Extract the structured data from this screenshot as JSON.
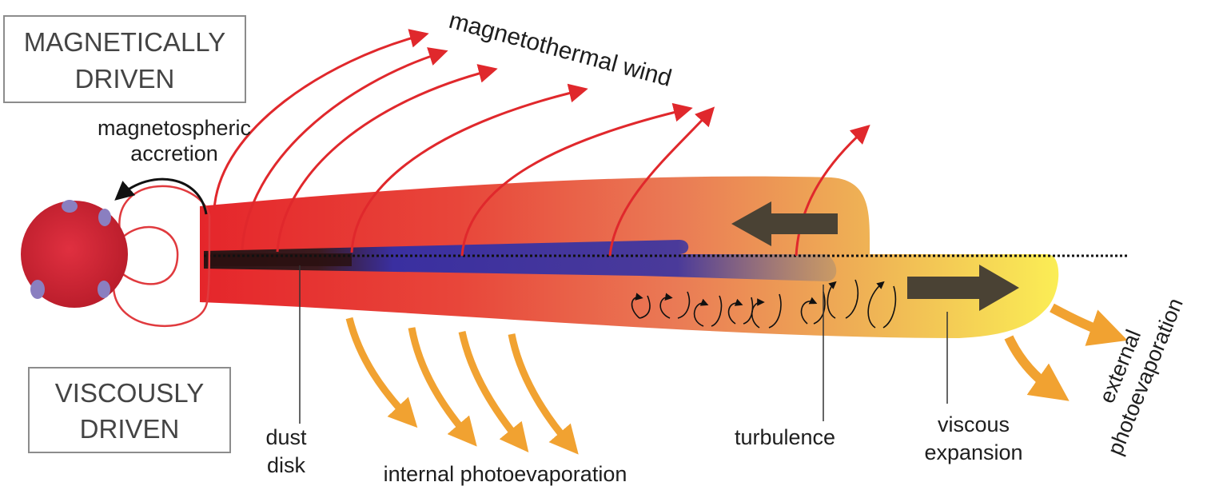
{
  "labels": {
    "magnetically_driven_line1": "MAGNETICALLY",
    "magnetically_driven_line2": "DRIVEN",
    "viscously_driven_line1": "VISCOUSLY",
    "viscously_driven_line2": "DRIVEN",
    "magnetospheric_line1": "magnetospheric",
    "magnetospheric_line2": "accretion",
    "magnetothermal_wind": "magnetothermal wind",
    "dust_line1": "dust",
    "dust_line2": "disk",
    "internal_photoevaporation": "internal photoevaporation",
    "turbulence": "turbulence",
    "viscous_line1": "viscous",
    "viscous_line2": "expansion",
    "external_line1": "external",
    "external_line2": "photoevaporation"
  },
  "colors": {
    "star": "#c8202e",
    "starspot": "#8a7fc0",
    "disk_inner": "#e5262b",
    "disk_outer": "#fbef55",
    "dust": "#3a2fa0",
    "wind_arrow": "#e0282c",
    "photoevaporation_arrow": "#f1a231",
    "flow_arrow": "#4a4234",
    "box_border": "#8c8c8c"
  },
  "icons": {
    "star": "star-icon",
    "wind": "red-arrow-icon",
    "photoevaporation": "orange-arrow-icon",
    "inflow": "left-arrow-icon",
    "outflow": "right-arrow-icon",
    "turbulence": "curl-arrow-icon"
  }
}
